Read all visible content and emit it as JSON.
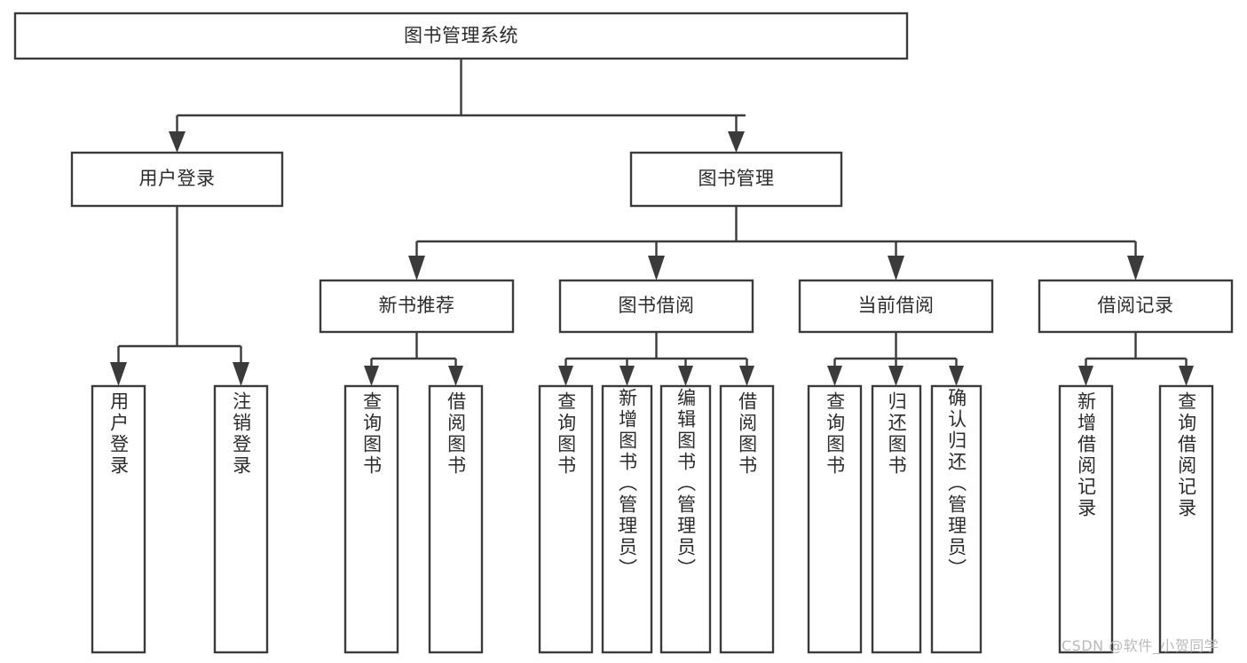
{
  "diagram": {
    "title": "图书管理系统",
    "watermark": "CSDN @软件_小贺同学",
    "colors": {
      "stroke": "#3b3b3b",
      "fill": "#ffffff",
      "text": "#2b2b2b",
      "watermark": "#b9b9b9",
      "background": "#ffffff"
    },
    "nodes": {
      "root": {
        "label": "图书管理系统",
        "orientation": "horizontal"
      },
      "l2_user_login": {
        "label": "用户登录",
        "orientation": "horizontal"
      },
      "l2_book_mgmt": {
        "label": "图书管理",
        "orientation": "horizontal"
      },
      "l3_new_book_rec": {
        "label": "新书推荐",
        "orientation": "horizontal"
      },
      "l3_book_borrow": {
        "label": "图书借阅",
        "orientation": "horizontal"
      },
      "l3_current_borrow": {
        "label": "当前借阅",
        "orientation": "horizontal"
      },
      "l3_borrow_record": {
        "label": "借阅记录",
        "orientation": "horizontal"
      },
      "leaf_user_login": {
        "label": "用户登录",
        "orientation": "vertical"
      },
      "leaf_logout": {
        "label": "注销登录",
        "orientation": "vertical"
      },
      "leaf_query_book_a": {
        "label": "查询图书",
        "orientation": "vertical"
      },
      "leaf_borrow_book_a": {
        "label": "借阅图书",
        "orientation": "vertical"
      },
      "leaf_query_book_b": {
        "label": "查询图书",
        "orientation": "vertical"
      },
      "leaf_add_book": {
        "label": "新增图书（管理员）",
        "orientation": "vertical"
      },
      "leaf_edit_book": {
        "label": "编辑图书（管理员）",
        "orientation": "vertical"
      },
      "leaf_borrow_book_b": {
        "label": "借阅图书",
        "orientation": "vertical"
      },
      "leaf_query_book_c": {
        "label": "查询图书",
        "orientation": "vertical"
      },
      "leaf_return_book": {
        "label": "归还图书",
        "orientation": "vertical"
      },
      "leaf_confirm_return": {
        "label": "确认归还（管理员）",
        "orientation": "vertical"
      },
      "leaf_add_record": {
        "label": "新增借阅记录",
        "orientation": "vertical"
      },
      "leaf_query_record": {
        "label": "查询借阅记录",
        "orientation": "vertical"
      }
    },
    "hierarchy": {
      "图书管理系统": {
        "用户登录": [
          "用户登录",
          "注销登录"
        ],
        "图书管理": {
          "新书推荐": [
            "查询图书",
            "借阅图书"
          ],
          "图书借阅": [
            "查询图书",
            "新增图书（管理员）",
            "编辑图书（管理员）",
            "借阅图书"
          ],
          "当前借阅": [
            "查询图书",
            "归还图书",
            "确认归还（管理员）"
          ],
          "借阅记录": [
            "新增借阅记录",
            "查询借阅记录"
          ]
        }
      }
    }
  }
}
